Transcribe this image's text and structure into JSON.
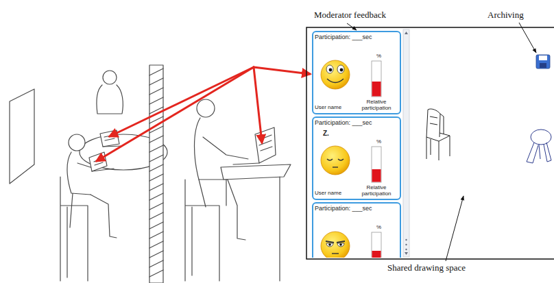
{
  "diagram": {
    "nodes": [
      {
        "text": [
          "Participation: ___sec",
          "%",
          "Relative participation",
          "User name"
        ]
      },
      {
        "text": [
          "Participation: ___sec",
          "Z.",
          "%",
          "Relative participation",
          "User name"
        ]
      },
      {
        "text": [
          "Participation: ___sec",
          "%"
        ]
      }
    ],
    "labels": [
      "Moderator feedback",
      "Archiving",
      "Shared drawing space"
    ]
  }
}
